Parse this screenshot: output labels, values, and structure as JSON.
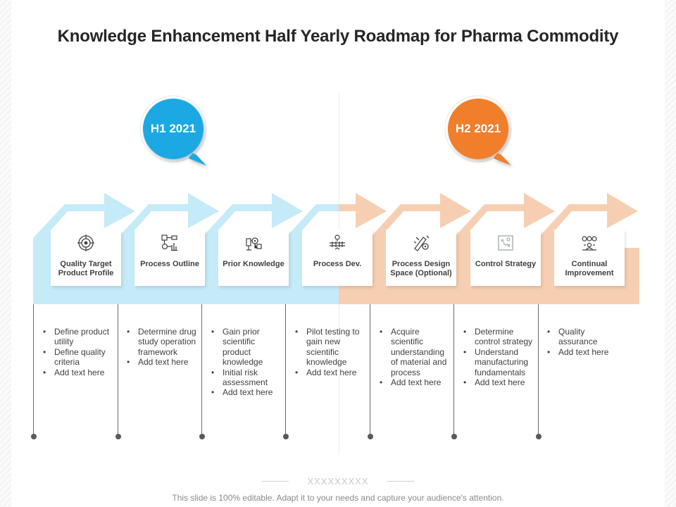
{
  "slide": {
    "title": "Knowledge Enhancement Half Yearly Roadmap for Pharma Commodity",
    "placeholder": "XXXXXXXXX",
    "footer": "This slide is 100% editable. Adapt it to your needs and capture your audience's attention."
  },
  "colors": {
    "h1_chevron": "#c5eaf8",
    "h2_chevron": "#f6cfb2",
    "h1_bubble": "#1aa9e3",
    "h2_bubble": "#f07e2b",
    "icon": "#404040"
  },
  "halves": [
    {
      "label": "H1 2021"
    },
    {
      "label": "H2 2021"
    }
  ],
  "steps": [
    {
      "label": "Quality Target Product Profile",
      "icon": "target-icon",
      "bullets": [
        "Define product utility",
        "Define quality criteria",
        "Add text here"
      ]
    },
    {
      "label": "Process Outline",
      "icon": "process-flowchart-icon",
      "bullets": [
        "Determine drug study operation framework",
        "Add text here"
      ]
    },
    {
      "label": "Prior Knowledge",
      "icon": "knowledge-gears-icon",
      "bullets": [
        "Gain prior scientific product knowledge",
        "Initial risk assessment",
        "Add text here"
      ]
    },
    {
      "label": "Process Dev.",
      "icon": "pipeline-dev-icon",
      "bullets": [
        "Pilot testing to gain new scientific knowledge",
        "Add text here"
      ]
    },
    {
      "label": "Process Design Space (Optional)",
      "icon": "design-tools-icon",
      "bullets": [
        "Acquire scientific understanding of material and process",
        "Add text here"
      ]
    },
    {
      "label": "Control Strategy",
      "icon": "strategy-board-icon",
      "bullets": [
        "Determine control strategy",
        "Understand manufacturing fundamentals",
        "Add text here"
      ]
    },
    {
      "label": "Continual Improvement",
      "icon": "improvement-team-icon",
      "bullets": [
        "Quality assurance",
        "Add text here"
      ]
    }
  ]
}
